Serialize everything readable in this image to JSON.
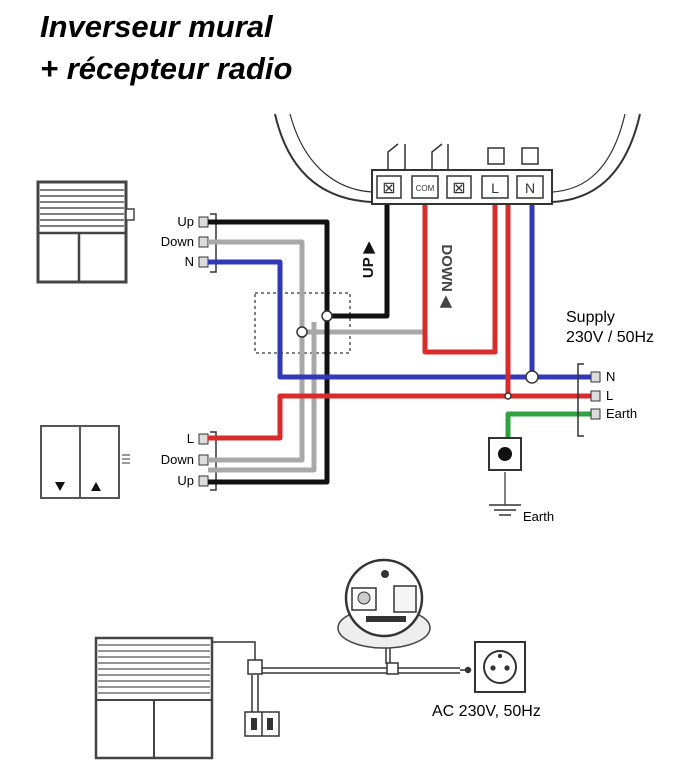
{
  "title": {
    "line1": "Inverseur mural",
    "line2": "+ récepteur radio"
  },
  "module": {
    "terminals": [
      "⊠",
      "COM",
      "⊠",
      "L",
      "N"
    ],
    "up_label": "UP ▶",
    "down_label": "DOWN ◀"
  },
  "motor_terminals": [
    "Up",
    "Down",
    "N"
  ],
  "switch_terminals": [
    "L",
    "Down",
    "Up"
  ],
  "supply": {
    "title_line1": "Supply",
    "title_line2": "230V / 50Hz",
    "terminals": [
      "N",
      "L",
      "Earth"
    ]
  },
  "earth_label": "Earth",
  "bottom_diagram": {
    "ac_label": "AC 230V, 50Hz"
  },
  "colors": {
    "live": "#d92b2b",
    "neutral": "#3238b8",
    "earth": "#2fa33f",
    "up_wire": "#111111",
    "down_wire": "#a8a8a8"
  }
}
